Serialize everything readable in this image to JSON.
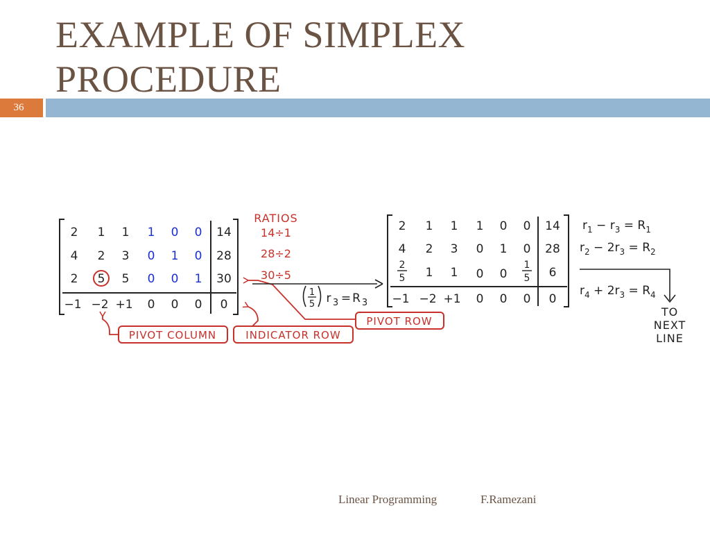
{
  "slide": {
    "title_line1": "EXAMPLE OF SIMPLEX",
    "title_line2": "PROCEDURE",
    "slide_number": "36"
  },
  "footer": {
    "course": "Linear Programming",
    "author": "F.Ramezani"
  },
  "colors": {
    "title": "#6b5344",
    "slide_number_bg": "#dc7a3c",
    "accent_bar": "#94b6d2",
    "annotation": "#c8302a",
    "slack_values": "#1a2fd0"
  },
  "tableau1": {
    "rows": [
      [
        "2",
        "1",
        "1",
        "1",
        "0",
        "0",
        "14"
      ],
      [
        "4",
        "2",
        "3",
        "0",
        "1",
        "0",
        "28"
      ],
      [
        "2",
        "5",
        "5",
        "0",
        "0",
        "1",
        "30"
      ],
      [
        "−1",
        "−2",
        "+1",
        "0",
        "0",
        "0",
        "0"
      ]
    ]
  },
  "ratios": {
    "heading": "RATIOS",
    "items": [
      "14÷1",
      "28÷2",
      "30÷5"
    ]
  },
  "labels": {
    "pivot_column": "PIVOT COLUMN",
    "indicator_row": "INDICATOR ROW",
    "pivot_row": "PIVOT ROW",
    "to_next_line": [
      "TO",
      "NEXT",
      "LINE"
    ]
  },
  "operation": {
    "scale_num": "1",
    "scale_den": "5",
    "r3_base": "r",
    "r3_sub": "3",
    "eq": "=",
    "R3_base": "R",
    "R3_sub": "3"
  },
  "tableau2": {
    "row1": [
      "2",
      "1",
      "1",
      "1",
      "0",
      "0",
      "14"
    ],
    "row2": [
      "4",
      "2",
      "3",
      "0",
      "1",
      "0",
      "28"
    ],
    "row3_frac1_num": "2",
    "row3_frac1_den": "5",
    "row3_mid": [
      "1",
      "1",
      "0",
      "0"
    ],
    "row3_frac2_num": "1",
    "row3_frac2_den": "5",
    "row3_rhs": "6",
    "row4": [
      "−1",
      "−2",
      "+1",
      "0",
      "0",
      "0",
      "0"
    ]
  },
  "row_ops": [
    {
      "a": "r",
      "a_sub": "1",
      "op": " − r",
      "b_sub": "3",
      "eq": " = R",
      "res_sub": "1"
    },
    {
      "a": "r",
      "a_sub": "2",
      "op": " − 2r",
      "b_sub": "3",
      "eq": " = R",
      "res_sub": "2"
    },
    {
      "a": "r",
      "a_sub": "4",
      "op": " + 2r",
      "b_sub": "3",
      "eq": " = R",
      "res_sub": "4"
    }
  ]
}
